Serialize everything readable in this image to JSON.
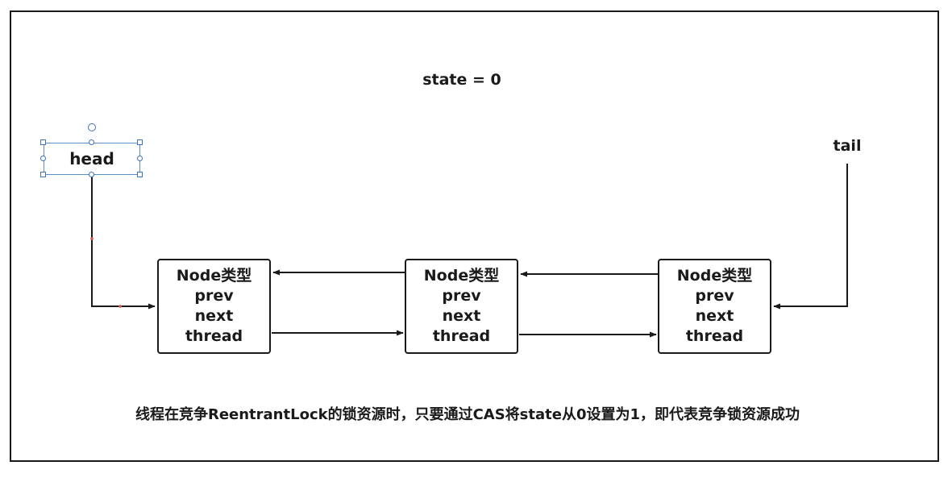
{
  "state_label": "state = 0",
  "head_label": "head",
  "tail_label": "tail",
  "nodes": [
    {
      "type": "Node类型",
      "prev": "prev",
      "next": "next",
      "thread": "thread"
    },
    {
      "type": "Node类型",
      "prev": "prev",
      "next": "next",
      "thread": "thread"
    },
    {
      "type": "Node类型",
      "prev": "prev",
      "next": "next",
      "thread": "thread"
    }
  ],
  "caption": "线程在竞争ReentrantLock的锁资源时，只要通过CAS将state从0设置为1，即代表竞争锁资源成功",
  "colors": {
    "line": "#1a1a1a",
    "selection": "#3b73b9",
    "marker": "#d9534f"
  }
}
